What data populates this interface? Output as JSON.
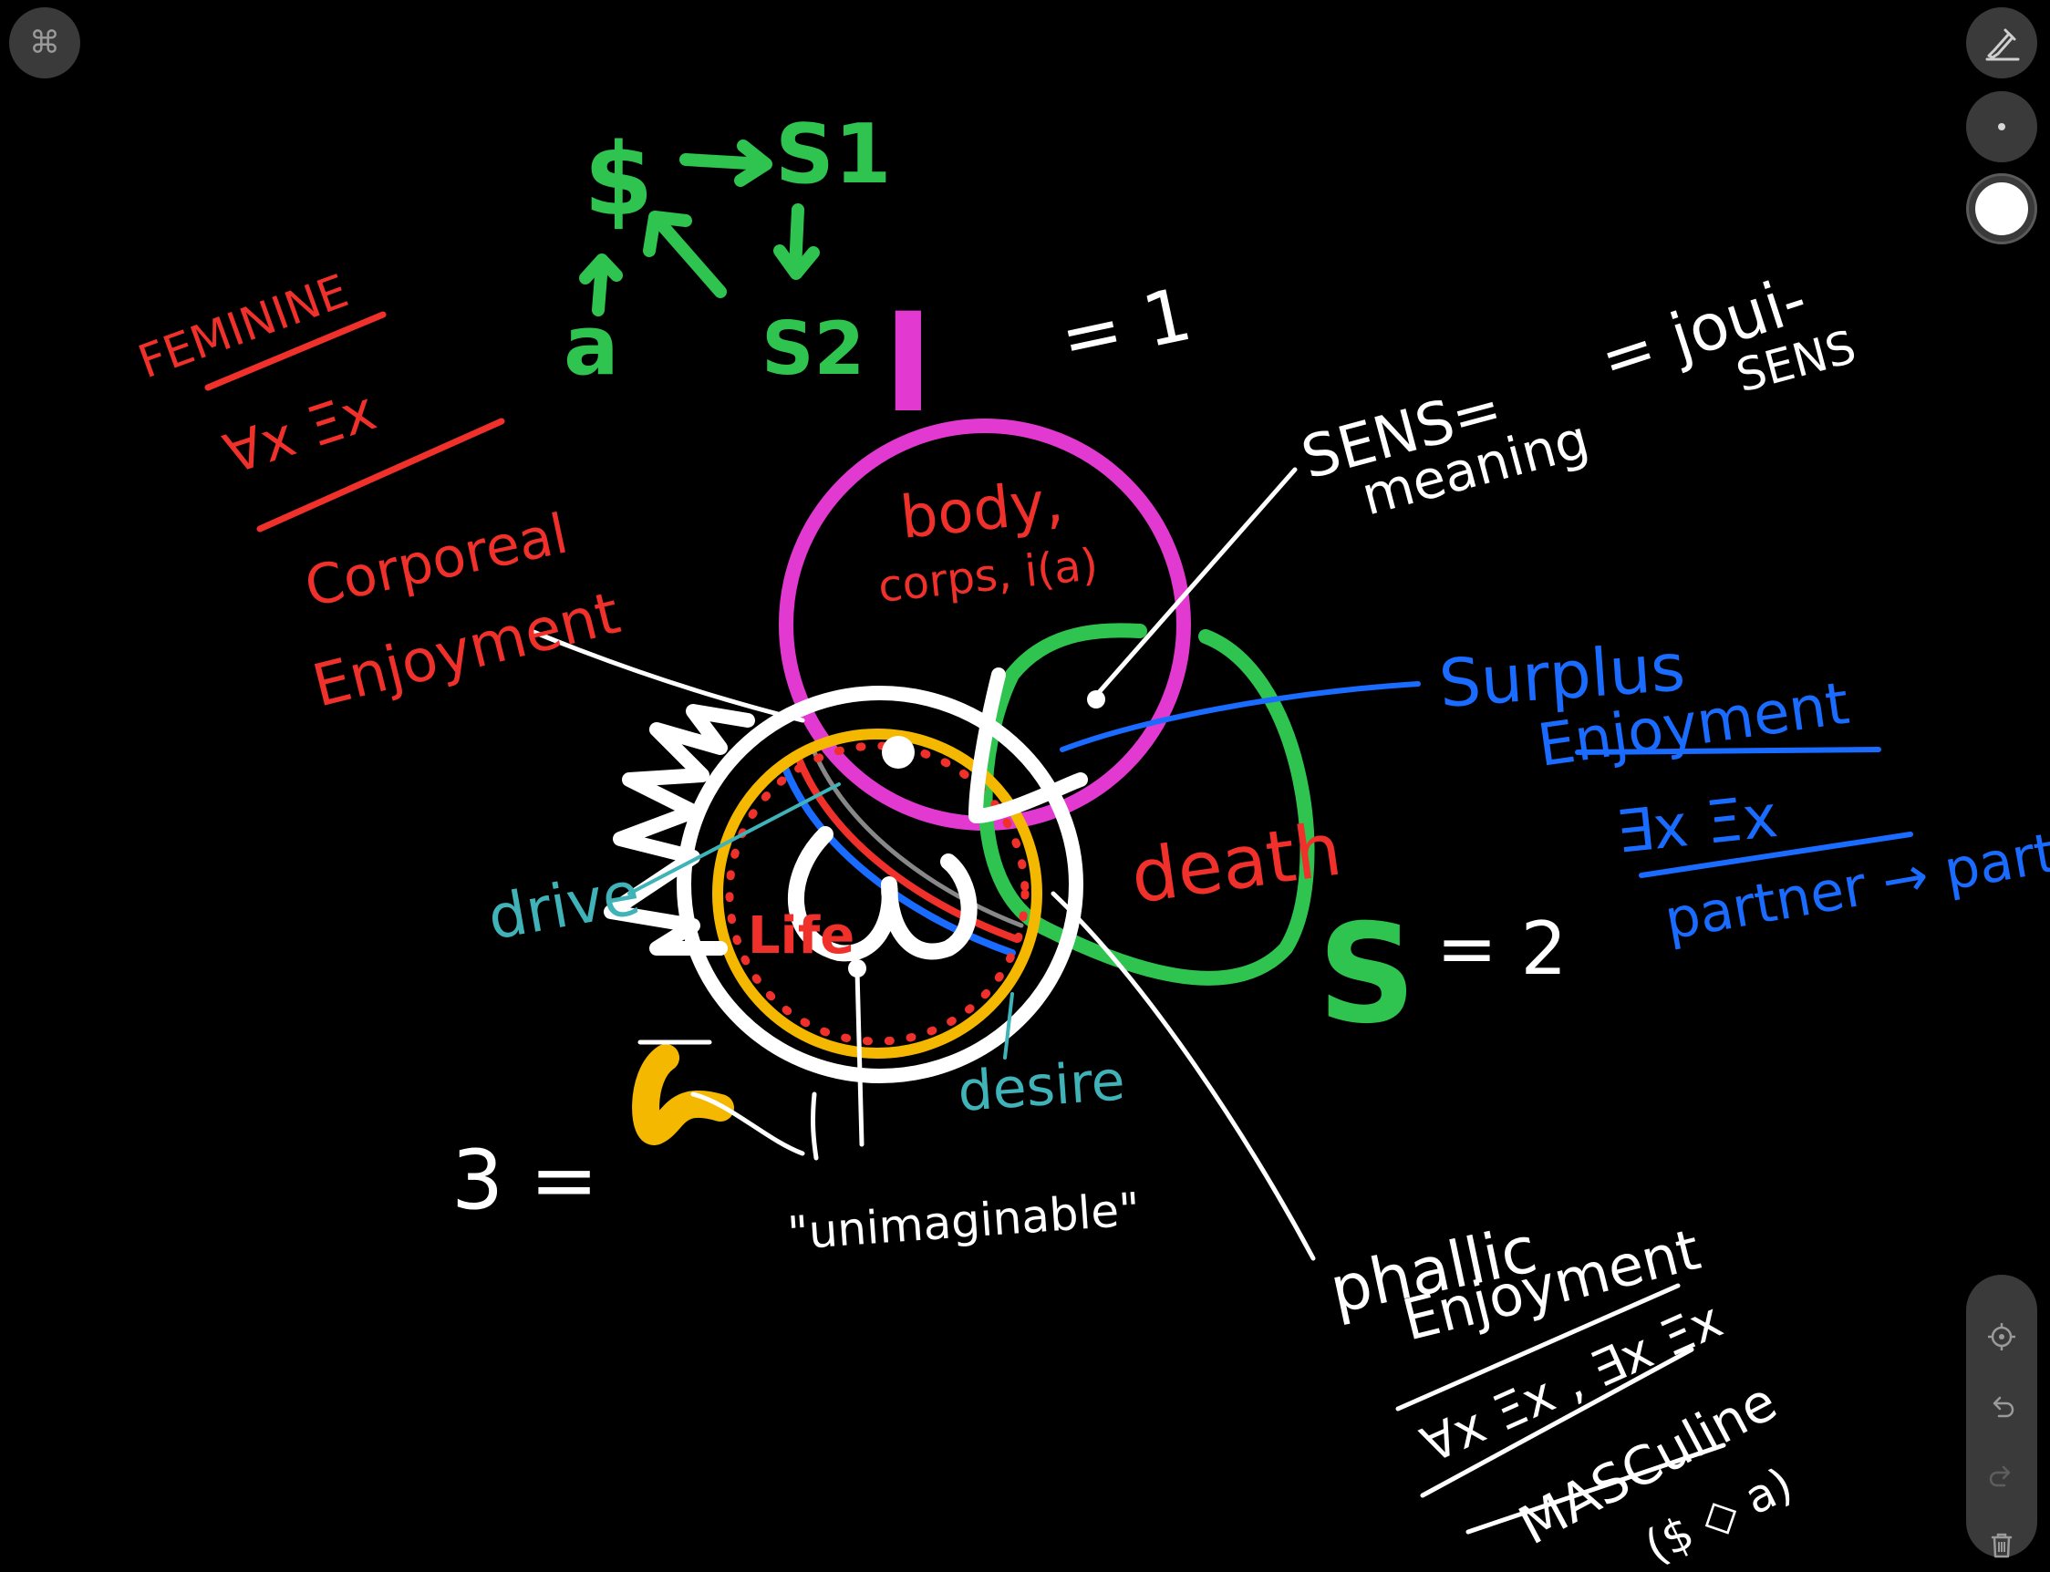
{
  "toolbar": {
    "command_icon": "⌘",
    "left_button_icon": "command-icon",
    "pen_icon": "pen-icon",
    "brush_small_icon": "brush-size-small-icon",
    "brush_large_icon": "brush-size-large-icon",
    "recenter_icon": "crosshair-icon",
    "undo_icon": "undo-icon",
    "redo_icon": "redo-icon",
    "delete_icon": "trash-icon"
  },
  "colors": {
    "background": "#000000",
    "green": "#2fc44f",
    "magenta": "#e23ad0",
    "red": "#f0302a",
    "blue": "#1a6bff",
    "white": "#ffffff",
    "yellow": "#f5b800",
    "teal": "#3fb3b8",
    "toolbar": "#3a3a3a"
  },
  "drawing": {
    "schema_s_barred": "$",
    "schema_s1": "S1",
    "schema_a": "a",
    "schema_s2": "S2",
    "feminine": "FEMININE",
    "feminine_formula": "∀x Ξx",
    "corporeal": "Corporeal",
    "enjoyment_left": "Enjoyment",
    "i_letter": "I",
    "i_equals": "= 1",
    "sens_meaning": "SENS=",
    "meaning": "meaning",
    "jouisens": "= joui-",
    "sens": "SENS",
    "body": "body,",
    "corps": "corps, i(a)",
    "surplus": "Surplus",
    "surplus_enjoyment": "Enjoyment",
    "surplus_formula": "∃x Ξx",
    "partner": "partner → part",
    "drive": "drive",
    "life": "Life",
    "death": "death",
    "s_letter": "S",
    "s_equals": "= 2",
    "desire": "desire",
    "three_equals": "3 =",
    "unimaginable": "\"unimaginable\"",
    "phallic": "phallic",
    "phallic_enjoyment": "Enjoyment",
    "phallic_formula": "∀x Ξx , ∃x Ξx",
    "masculine": "MASCuline",
    "masculine_formula": "($ ◇ a)"
  }
}
